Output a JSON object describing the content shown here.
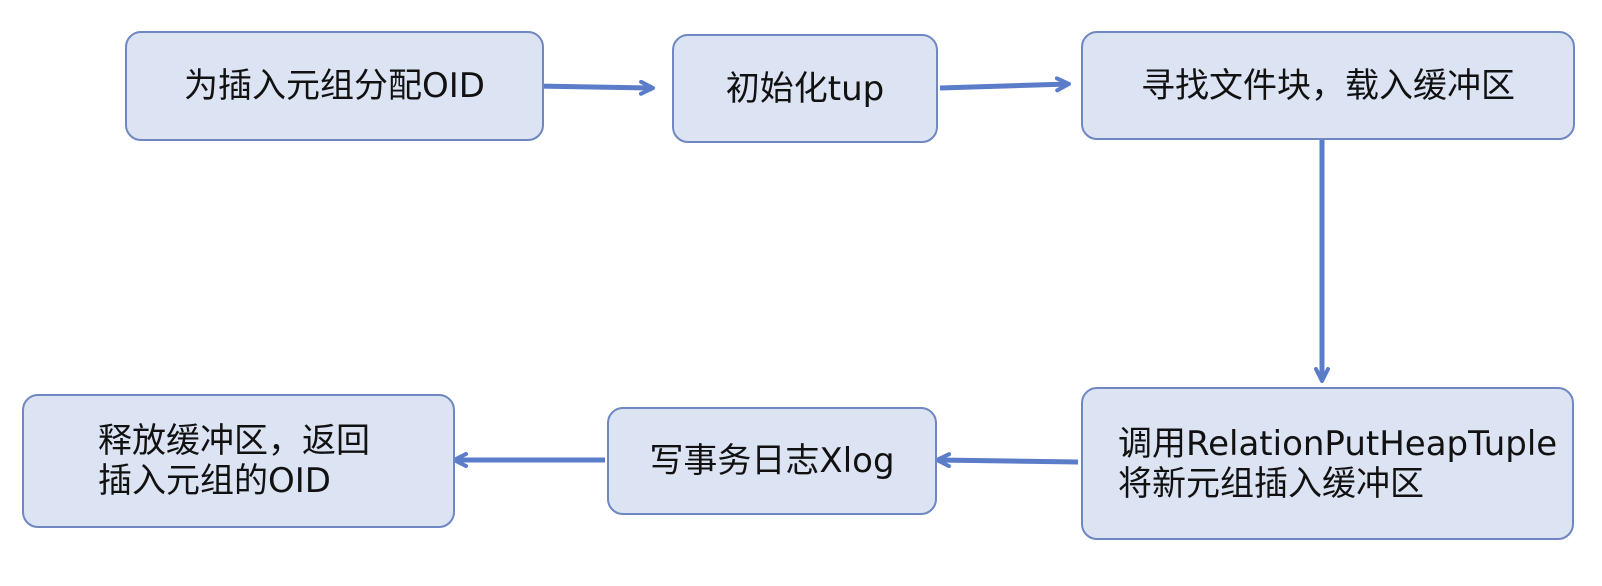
{
  "nodes": {
    "allocate_oid": {
      "label": "为插入元组分配OID"
    },
    "init_tup": {
      "label": "初始化tup"
    },
    "find_block": {
      "label": "寻找文件块，载入缓冲区"
    },
    "put_tuple": {
      "line1": "调用RelationPutHeapTuple",
      "line2": "将新元组插入缓冲区"
    },
    "write_xlog": {
      "label": "写事务日志Xlog"
    },
    "release_return": {
      "line1": "释放缓冲区，返回",
      "line2": "插入元组的OID"
    }
  },
  "colors": {
    "box_fill": "#dce3f3",
    "box_border": "#6f88c2",
    "arrow": "#5b7cc8",
    "text": "#111111"
  }
}
